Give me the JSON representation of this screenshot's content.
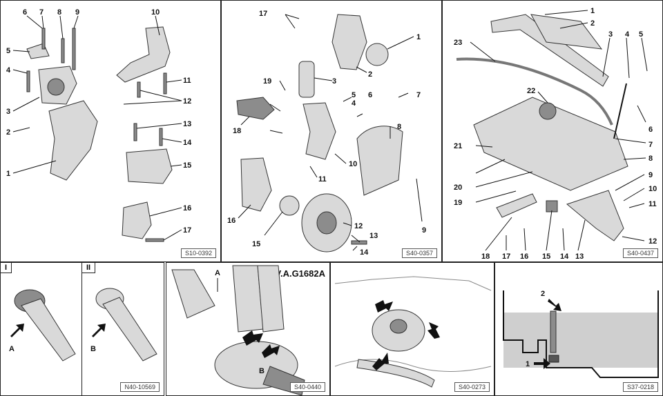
{
  "panels": {
    "p1": {
      "ref": "S10-0392",
      "callouts": [
        "1",
        "2",
        "3",
        "4",
        "5",
        "6",
        "7",
        "8",
        "9",
        "10",
        "11",
        "12",
        "13",
        "14",
        "15",
        "16",
        "17"
      ]
    },
    "p2": {
      "ref": "S40-0357",
      "callouts": [
        "1",
        "2",
        "3",
        "4",
        "5",
        "6",
        "7",
        "8",
        "9",
        "10",
        "11",
        "12",
        "13",
        "14",
        "15",
        "16",
        "17",
        "18",
        "19"
      ]
    },
    "p3": {
      "ref": "S40-0437",
      "callouts": [
        "1",
        "2",
        "3",
        "4",
        "5",
        "6",
        "7",
        "8",
        "9",
        "10",
        "11",
        "12",
        "13",
        "14",
        "15",
        "16",
        "17",
        "18",
        "19",
        "20",
        "21",
        "22",
        "23"
      ]
    },
    "p4": {
      "ref": "N40-10569",
      "roman1": "I",
      "roman2": "II",
      "labelA": "A",
      "labelB": "B"
    },
    "p5": {
      "ref": "S40-0440",
      "tool": "V.A.G1682A",
      "labelA": "A",
      "labelB": "B"
    },
    "p6": {
      "ref": "S40-0273"
    },
    "p7": {
      "ref": "S37-0218",
      "label1": "1",
      "label2": "2"
    }
  },
  "colors": {
    "line": "#111111",
    "part_fill": "#d9d9d9",
    "dark_fill": "#8c8c8c",
    "oil": "#cfcfcf"
  }
}
